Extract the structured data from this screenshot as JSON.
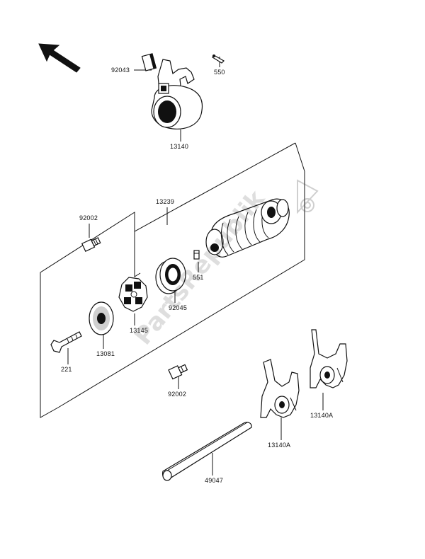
{
  "labels": {
    "p92043": "92043",
    "p550": "550",
    "p13140": "13140",
    "p13239": "13239",
    "p92002_top": "92002",
    "p551": "551",
    "p92045": "92045",
    "p13145": "13145",
    "p13081": "13081",
    "p221": "221",
    "p92002_bottom": "92002",
    "p13140A_right": "13140A",
    "p13140A_left": "13140A",
    "p49047": "49047"
  },
  "watermark": {
    "text": "PartsRepublik",
    "logo": "gear-icon"
  },
  "icons": {
    "direction": "front-arrow-icon"
  }
}
